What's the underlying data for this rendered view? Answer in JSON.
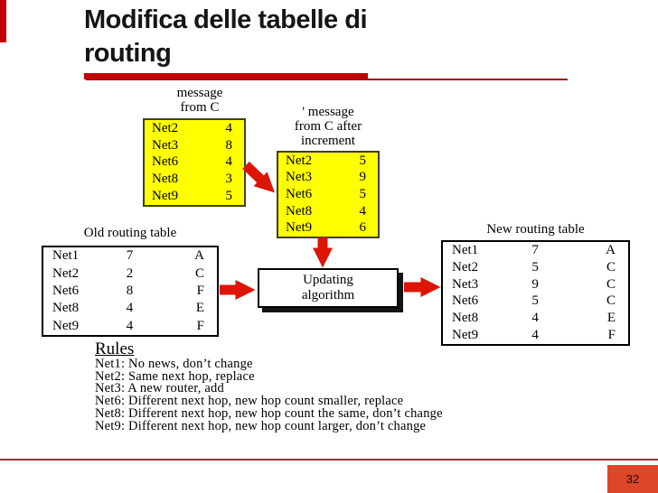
{
  "title": {
    "lines": [
      "Modifica delle tabelle di",
      "routing"
    ]
  },
  "page_number": "32",
  "colors": {
    "accent": "#c00000",
    "accent_dark": "#991111",
    "arrow": "#dd1507",
    "table_yellow": "#ffff00",
    "page_box": "#dd4627",
    "footer_line": "#993333"
  },
  "message_table": {
    "label_lines": [
      "message",
      "from C"
    ],
    "rows": [
      [
        "Net2",
        "4"
      ],
      [
        "Net3",
        "8"
      ],
      [
        "Net6",
        "4"
      ],
      [
        "Net8",
        "3"
      ],
      [
        "Net9",
        "5"
      ]
    ]
  },
  "incremented_table": {
    "label_lines": [
      "' message",
      "from C after",
      "increment"
    ],
    "rows": [
      [
        "Net2",
        "5"
      ],
      [
        "Net3",
        "9"
      ],
      [
        "Net6",
        "5"
      ],
      [
        "Net8",
        "4"
      ],
      [
        "Net9",
        "6"
      ]
    ]
  },
  "old_table": {
    "label": "Old routing table",
    "rows": [
      [
        "Net1",
        "7",
        "A"
      ],
      [
        "Net2",
        "2",
        "C"
      ],
      [
        "Net6",
        "8",
        "F"
      ],
      [
        "Net8",
        "4",
        "E"
      ],
      [
        "Net9",
        "4",
        "F"
      ]
    ]
  },
  "algorithm_box": {
    "lines": [
      "Updating",
      "algorithm"
    ]
  },
  "new_table": {
    "label": "New routing table",
    "rows": [
      [
        "Net1",
        "7",
        "A"
      ],
      [
        "Net2",
        "5",
        "C"
      ],
      [
        "Net3",
        "9",
        "C"
      ],
      [
        "Net6",
        "5",
        "C"
      ],
      [
        "Net8",
        "4",
        "E"
      ],
      [
        "Net9",
        "4",
        "F"
      ]
    ]
  },
  "rules": {
    "heading": "Rules",
    "items": [
      "Net1: No news, don’t change",
      "Net2: Same next hop, replace",
      "Net3: A new router, add",
      "Net6: Different next hop, new hop count smaller, replace",
      "Net8: Different next hop, new hop count the same, don’t change",
      "Net9: Different next hop, new hop count larger, don’t change"
    ]
  }
}
